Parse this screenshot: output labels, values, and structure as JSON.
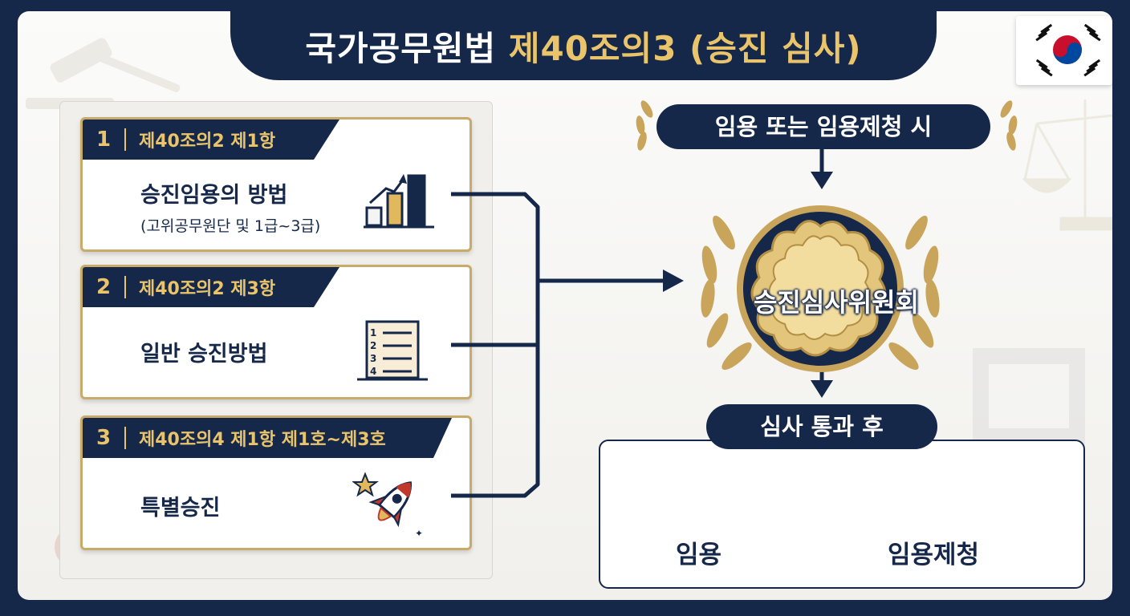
{
  "title": {
    "main": "국가공무원법",
    "sub": "제40조의3 (승진 심사)"
  },
  "cards": [
    {
      "num": "1",
      "ref": "제40조의2 제1항",
      "label": "승진임용의 방법",
      "sub": "(고위공무원단 및 1급~3급)",
      "icon": "bar-chart-icon"
    },
    {
      "num": "2",
      "ref": "제40조의2 제3항",
      "label": "일반 승진방법",
      "sub": "",
      "icon": "numbered-list-icon"
    },
    {
      "num": "3",
      "ref": "제40조의4 제1항 제1호~제3호",
      "label": "특별승진",
      "sub": "",
      "icon": "rocket-icon"
    }
  ],
  "list_numbers": [
    "1",
    "2",
    "3",
    "4"
  ],
  "top_pill": "임용 또는 임용제청 시",
  "committee": "승진심사위원회",
  "after_pill": "심사 통과 후",
  "results": [
    {
      "label": "임용",
      "icon": "signed-document-icon"
    },
    {
      "label": "임용제청",
      "icon": "official-certificate-icon"
    }
  ],
  "colors": {
    "navy": "#16284a",
    "gold": "#e9c46a",
    "gold_dark": "#c8ab6a",
    "panel": "#f7f6f3"
  }
}
